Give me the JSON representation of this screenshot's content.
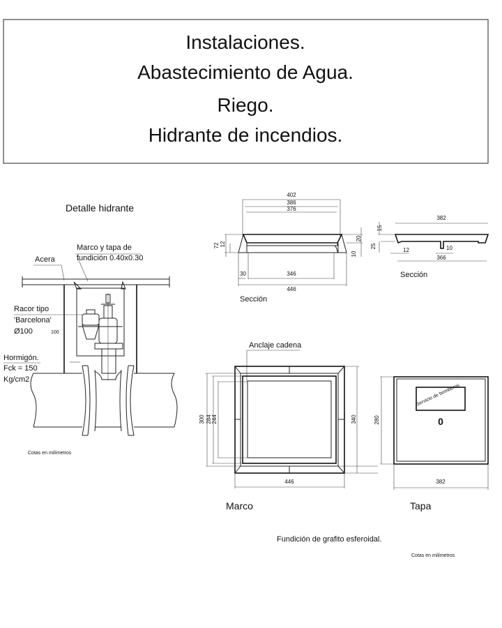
{
  "title": {
    "line1": "Instalaciones.",
    "line2": "Abastecimiento de Agua.",
    "line3": "Riego.",
    "line4": "Hidrante de incendios."
  },
  "detalle": {
    "heading": "Detalle hidrante",
    "marco_label_1": "Marco y tapa de",
    "marco_label_2": "fundición 0.40x0.30",
    "acera": "Acera",
    "racor_1": "Racor tipo",
    "racor_2": "'Barcelona'",
    "racor_3": "Ø100",
    "dim_100": "100",
    "hormigon_1": "Hormigón.",
    "hormigon_2": "Fck = 150",
    "hormigon_3": "Kg/cm2",
    "cotas": "Cotas en milímetros"
  },
  "seccion_marco": {
    "label": "Sección",
    "dims": {
      "d402": "402",
      "d386": "386",
      "d376": "376",
      "d72": "72",
      "d12": "12",
      "d20": "20",
      "d10": "10",
      "d30": "30",
      "d346": "346",
      "d446": "446"
    }
  },
  "seccion_tapa": {
    "label": "Sección",
    "dims": {
      "d382": "382",
      "d15": "15",
      "d25": "25",
      "d12": "12",
      "d10": "10",
      "d366": "366"
    }
  },
  "marco": {
    "label": "Marco",
    "anclaje": "Anclaje cadena",
    "dims": {
      "d300": "300",
      "d284": "284",
      "d244": "244",
      "d340": "340",
      "d446": "446"
    }
  },
  "tapa": {
    "label": "Tapa",
    "plate_text": "Servicio de bomberos",
    "symbol": "0",
    "dims": {
      "d280": "280",
      "d382": "382"
    }
  },
  "footer": {
    "material": "Fundición de grafito esferoidal.",
    "cotas": "Cotas en milímetros"
  }
}
